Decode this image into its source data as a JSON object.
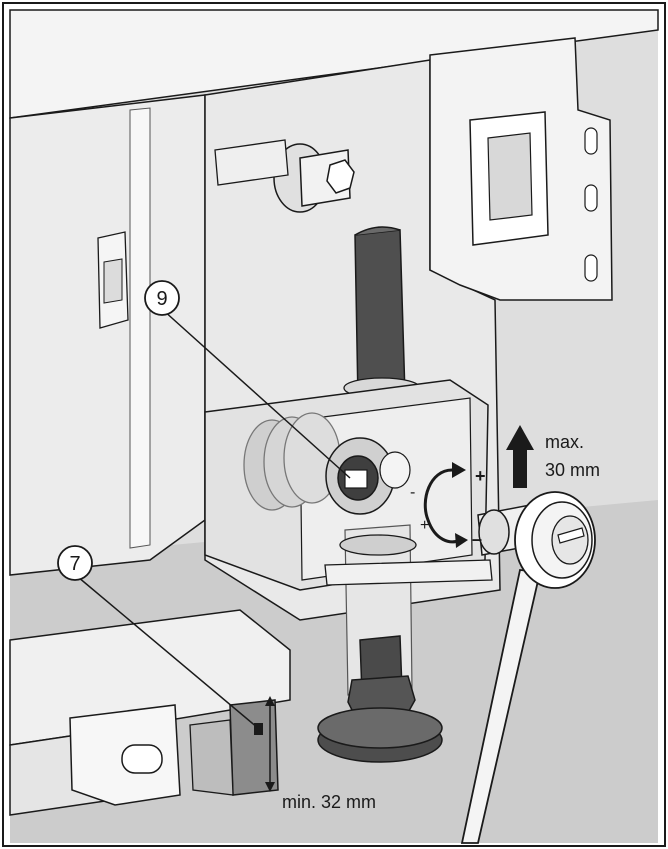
{
  "callouts": {
    "part9": "9",
    "part7": "7"
  },
  "annotations": {
    "max_line1": "max.",
    "max_line2": "30 mm",
    "min": "min. 32 mm",
    "plus_right": "+",
    "plus_left": "+",
    "minus_right": "–",
    "minus_left": "-"
  },
  "colors": {
    "panel": "#e4e4e4",
    "panel_light": "#f0f0f0",
    "dark_part": "#4f4f4f",
    "outline": "#1a1a1a",
    "floor": "#cfcfcf"
  }
}
